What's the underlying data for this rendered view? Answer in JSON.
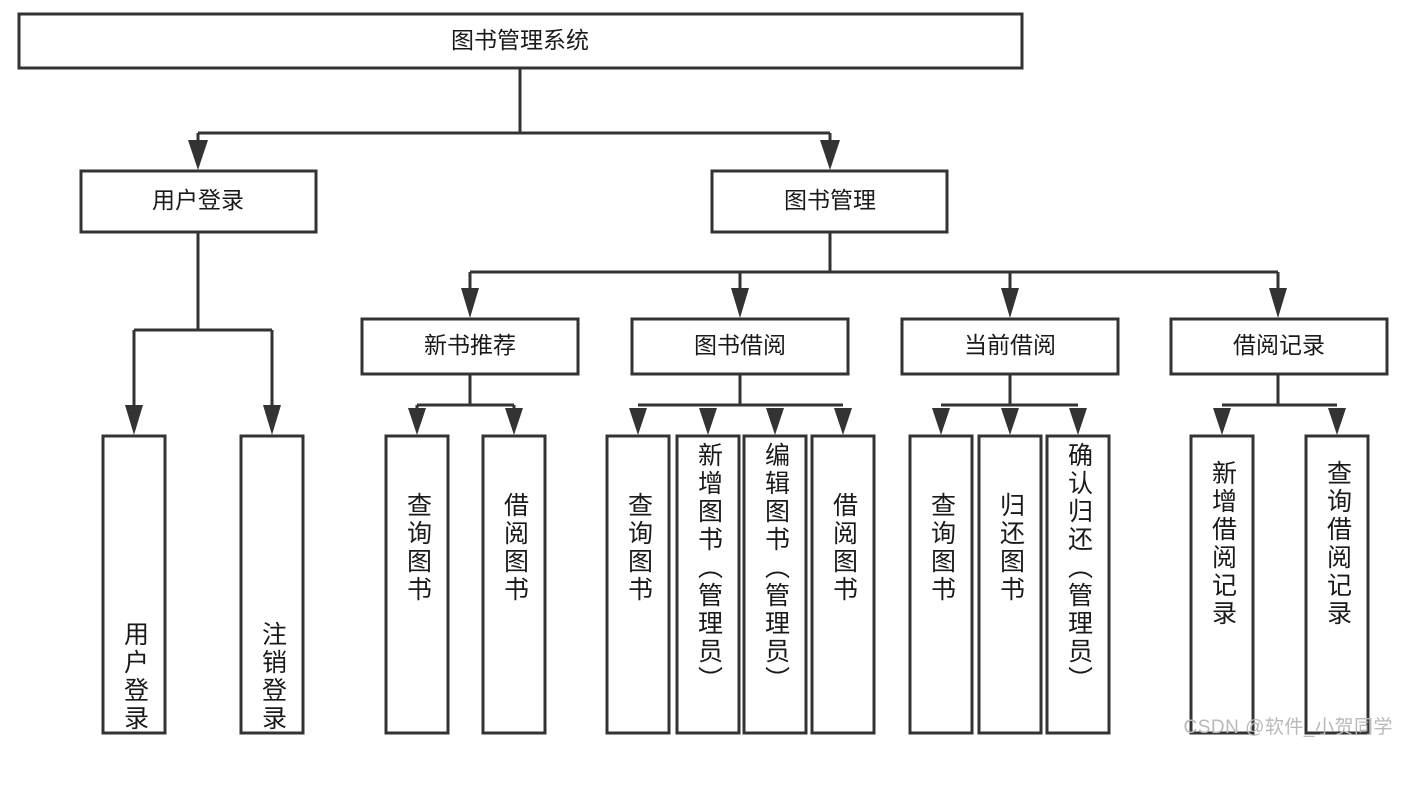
{
  "diagram": {
    "title": "图书管理系统",
    "type": "tree-hierarchy-chart",
    "colors": {
      "box_stroke": "#333333",
      "box_fill": "#ffffff",
      "text": "#1a1a1a",
      "background": "#ffffff",
      "watermark": "#b9b9b9"
    },
    "root": {
      "label": "图书管理系统"
    },
    "level2": [
      {
        "id": "user-login",
        "label": "用户登录"
      },
      {
        "id": "book-management",
        "label": "图书管理"
      }
    ],
    "level3": [
      {
        "id": "new-book-recommend",
        "label": "新书推荐"
      },
      {
        "id": "book-borrow",
        "label": "图书借阅"
      },
      {
        "id": "current-borrow",
        "label": "当前借阅"
      },
      {
        "id": "borrow-record",
        "label": "借阅记录"
      }
    ],
    "leaves": {
      "user-login": [
        {
          "id": "leaf-user-login",
          "label": "用户登录"
        },
        {
          "id": "leaf-logout-login",
          "label": "注销登录"
        }
      ],
      "new-book-recommend": [
        {
          "id": "leaf-query-book-1",
          "label": "查询图书"
        },
        {
          "id": "leaf-borrow-book-1",
          "label": "借阅图书"
        }
      ],
      "book-borrow": [
        {
          "id": "leaf-query-book-2",
          "label": "查询图书"
        },
        {
          "id": "leaf-add-book-admin",
          "label": "新增图书（管理员）"
        },
        {
          "id": "leaf-edit-book-admin",
          "label": "编辑图书（管理员）"
        },
        {
          "id": "leaf-borrow-book-2",
          "label": "借阅图书"
        }
      ],
      "current-borrow": [
        {
          "id": "leaf-query-book-3",
          "label": "查询图书"
        },
        {
          "id": "leaf-return-book",
          "label": "归还图书"
        },
        {
          "id": "leaf-confirm-return-admin",
          "label": "确认归还（管理员）"
        }
      ],
      "borrow-record": [
        {
          "id": "leaf-add-borrow-record",
          "label": "新增借阅记录"
        },
        {
          "id": "leaf-query-borrow-record",
          "label": "查询借阅记录"
        }
      ]
    },
    "watermark": "CSDN @软件_小贺同学"
  }
}
